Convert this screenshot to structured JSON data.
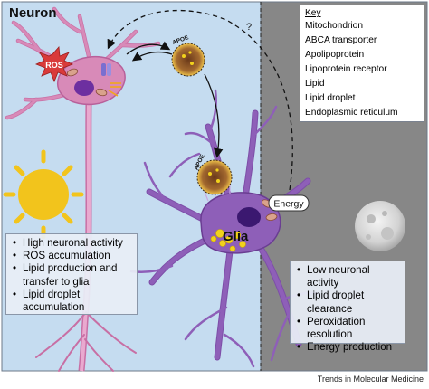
{
  "labels": {
    "neuron": "Neuron",
    "glia": "Glia",
    "ros": "ROS",
    "apoe": "APOE",
    "energy": "Energy",
    "question": "?"
  },
  "key": {
    "title": "Key",
    "items": [
      {
        "label": "Mitochondrion",
        "icon": "mitochondrion-icon"
      },
      {
        "label": "ABCA transporter",
        "icon": "abca-transporter-icon"
      },
      {
        "label": "Apolipoprotein",
        "icon": "apolipoprotein-icon"
      },
      {
        "label": "Lipoprotein receptor",
        "icon": "lipoprotein-receptor-icon"
      },
      {
        "label": "Lipid",
        "icon": "lipid-icon"
      },
      {
        "label": "Lipid droplet",
        "icon": "lipid-droplet-icon"
      },
      {
        "label": "Endoplasmic reticulum",
        "icon": "endoplasmic-reticulum-icon"
      }
    ]
  },
  "day_panel": {
    "items": [
      "High neuronal activity",
      "ROS accumulation",
      "Lipid production and transfer to glia",
      "Lipid droplet accumulation"
    ]
  },
  "night_panel": {
    "items": [
      "Low neuronal activity",
      "Lipid droplet clearance",
      "Peroxidation resolution",
      "Energy production"
    ]
  },
  "footer": "Trends in Molecular Medicine",
  "colors": {
    "day_bg": "#c5dcf0",
    "night_bg": "#878787",
    "neuron": "#d88ab8",
    "glia": "#8e5fb8",
    "lipid_droplet": "#f2d21c",
    "sun": "#f2c41c",
    "ros": "#d93a3a"
  }
}
